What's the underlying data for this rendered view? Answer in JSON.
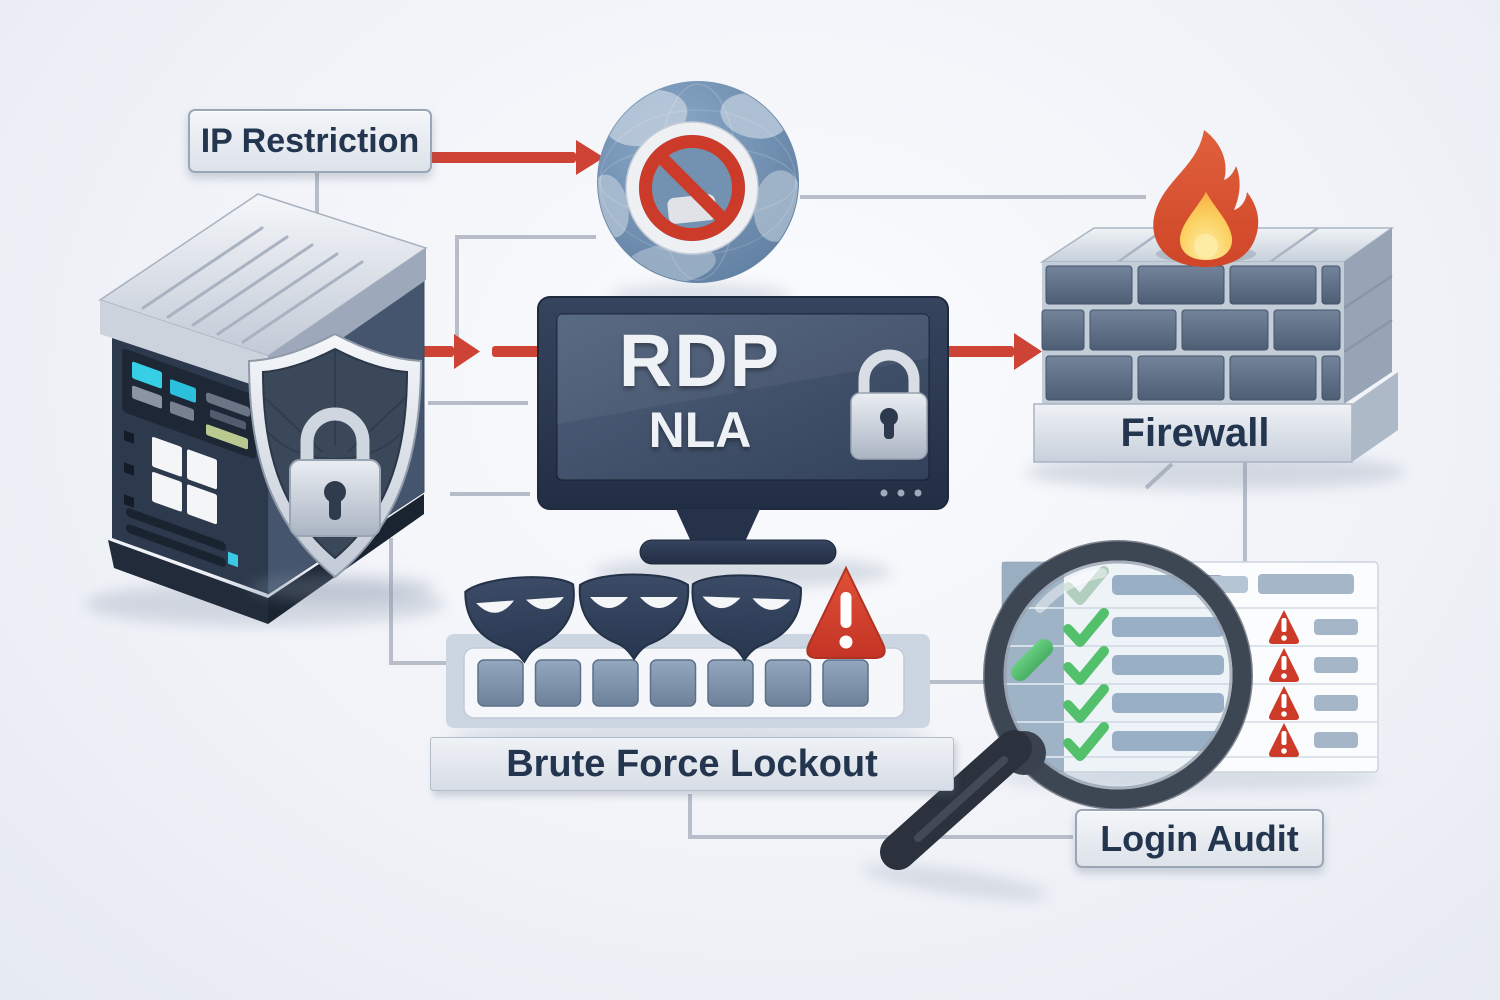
{
  "labels": {
    "ip_restriction": "IP Restriction",
    "firewall": "Firewall",
    "brute_force_lockout": "Brute Force Lockout",
    "login_audit": "Login Audit"
  },
  "monitor": {
    "screen_line1": "RDP",
    "screen_line2": "NLA"
  },
  "counts": {
    "attacker_masks": 3,
    "password_slots": 7,
    "audit_check_rows": 5,
    "audit_warning_rows": 4,
    "monitor_dots": 3
  },
  "icons": [
    "server-tower-icon",
    "shield-lock-icon",
    "globe-blocked-icon",
    "monitor-icon",
    "padlock-icon",
    "firewall-brick-wall-icon",
    "flame-icon",
    "attacker-mask-icon",
    "warning-triangle-icon",
    "password-slots-icon",
    "magnifier-icon",
    "audit-log-icon",
    "checkmark-icon"
  ],
  "colors": {
    "background_center": "#fafbfd",
    "background_edge": "#e6eaf1",
    "arrow_red": "#cd4335",
    "connector_gray": "#b3bac6",
    "label_text": "#24364f",
    "screen_text": "#eef2f6",
    "check_green": "#3dbd52",
    "alert_red": "#cd3b28",
    "brick_slate": "#5a6a80"
  }
}
